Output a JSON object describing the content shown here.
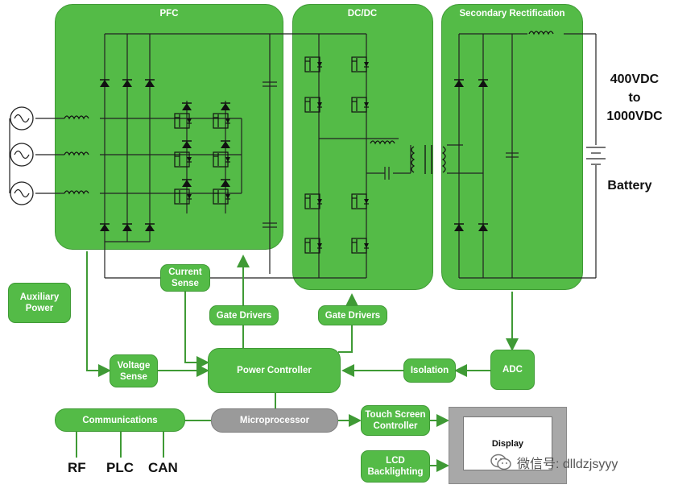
{
  "blocks": {
    "pfc": "PFC",
    "dcdc": "DC/DC",
    "secondary": "Secondary Rectification"
  },
  "boxes": {
    "auxiliary_power": "Auxiliary\nPower",
    "current_sense": "Current\nSense",
    "gate_drivers_left": "Gate Drivers",
    "gate_drivers_right": "Gate Drivers",
    "voltage_sense": "Voltage\nSense",
    "power_controller": "Power Controller",
    "isolation": "Isolation",
    "adc": "ADC",
    "communications": "Communications",
    "microprocessor": "Microprocessor",
    "touch_screen_controller": "Touch Screen\nController",
    "lcd_backlighting": "LCD\nBacklighting",
    "display": "Display"
  },
  "output_voltage": {
    "line1": "400VDC",
    "line2": "to",
    "line3": "1000VDC"
  },
  "battery_label": "Battery",
  "comm_interfaces": [
    "RF",
    "PLC",
    "CAN"
  ],
  "watermark": "微信号: dlldzjsyyy",
  "colors": {
    "block_green": "#54bb47",
    "block_border": "#3f9a35",
    "micro_gray": "#9a9a9a",
    "wire": "#222222"
  }
}
